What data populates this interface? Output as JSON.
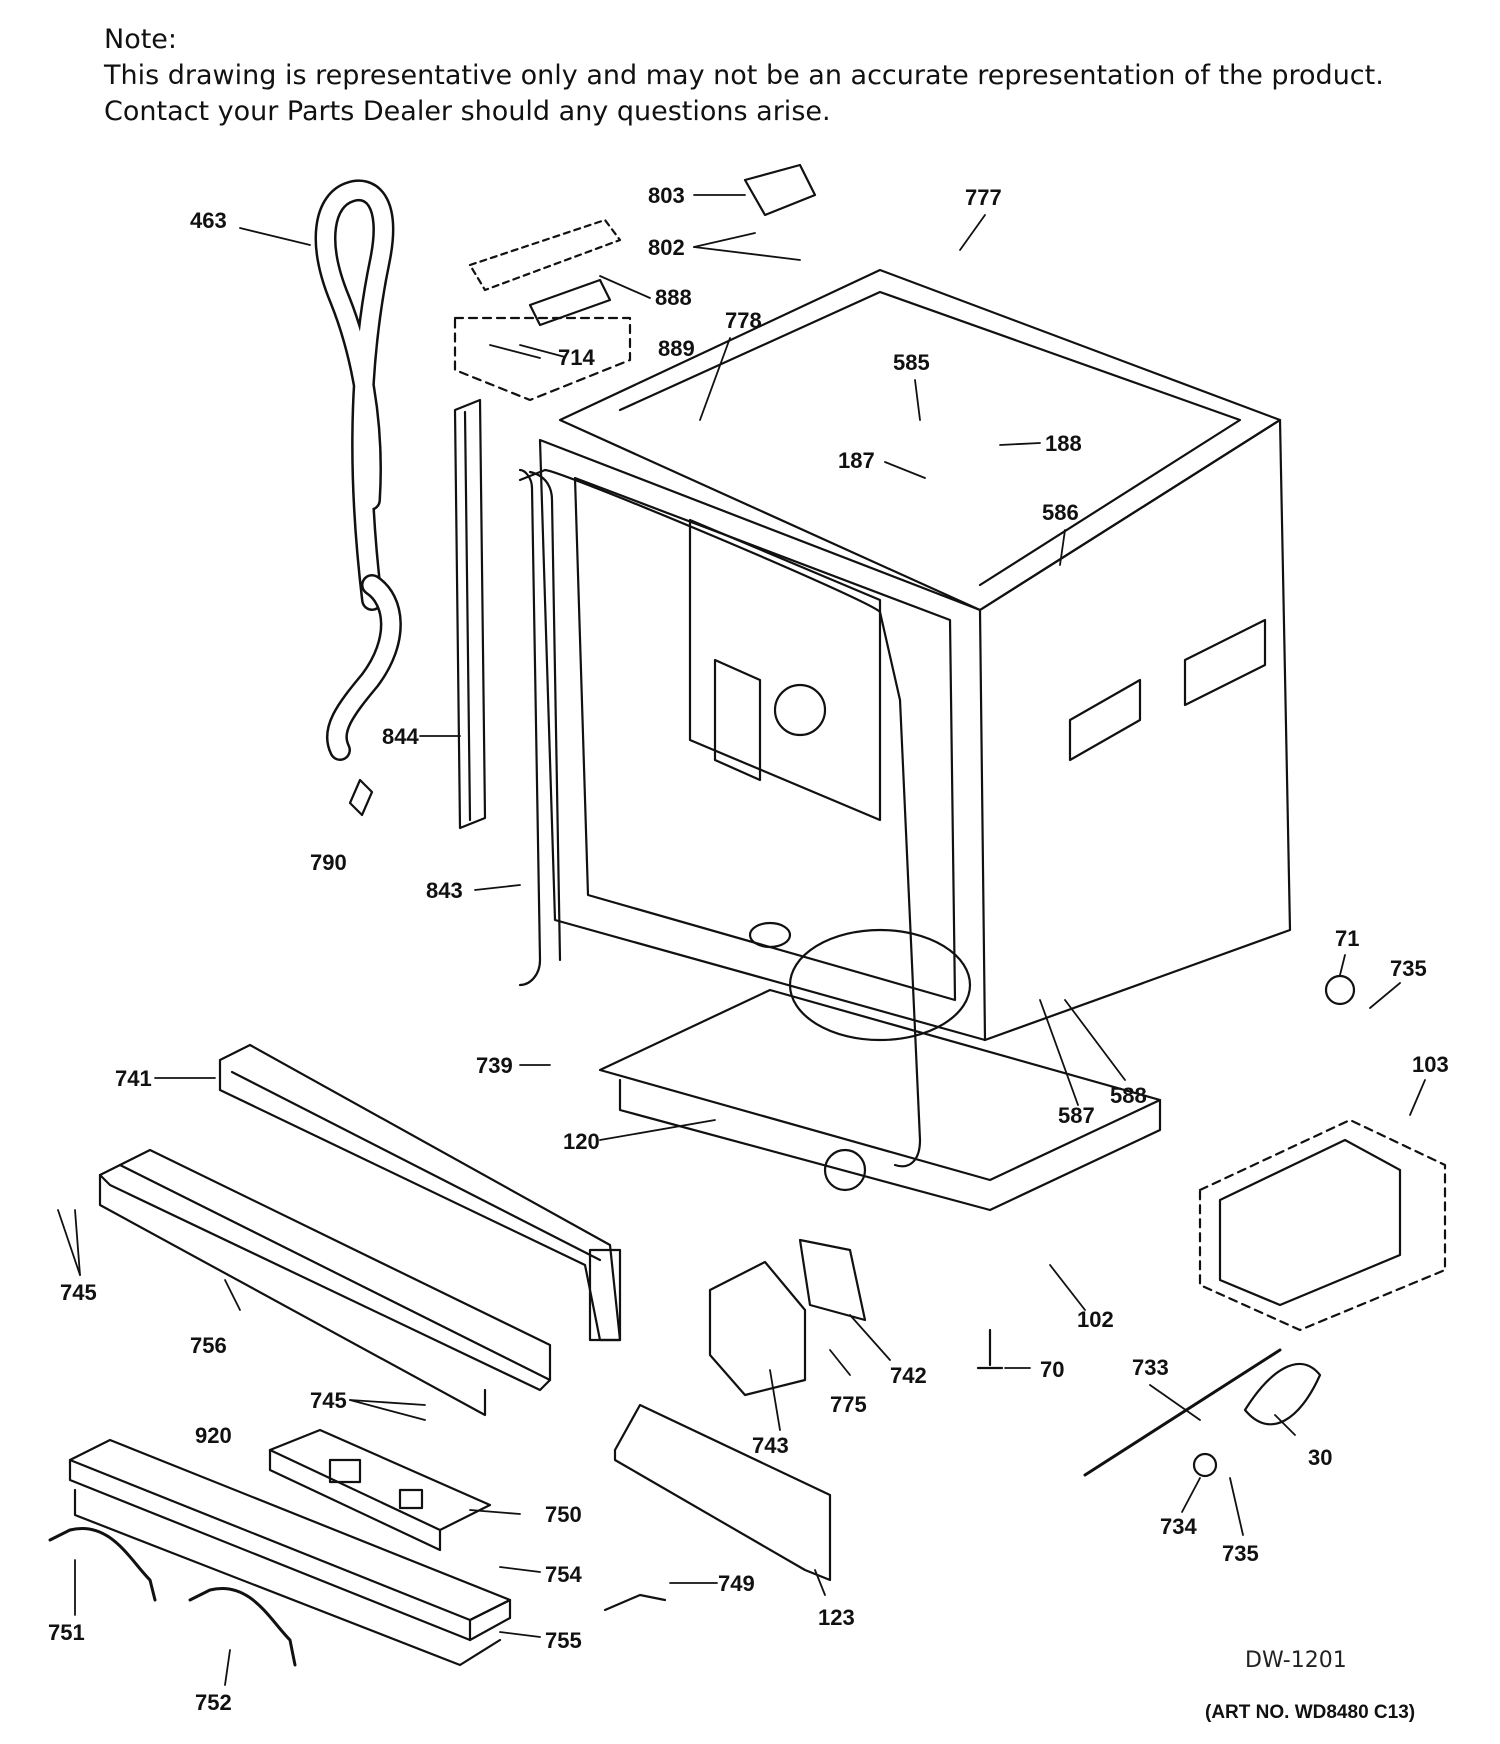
{
  "note": {
    "heading": "Note:",
    "line1": "This drawing is representative only and may not be an accurate representation of the product.",
    "line2": "Contact your Parts Dealer should any questions arise."
  },
  "parts": [
    "463",
    "803",
    "802",
    "888",
    "777",
    "889",
    "714",
    "778",
    "585",
    "188",
    "187",
    "586",
    "844",
    "790",
    "843",
    "71",
    "735",
    "741",
    "739",
    "103",
    "120",
    "588",
    "587",
    "745",
    "756",
    "102",
    "742",
    "743",
    "775",
    "70",
    "733",
    "30",
    "745",
    "920",
    "750",
    "754",
    "749",
    "734",
    "735",
    "751",
    "755",
    "123",
    "752"
  ],
  "footer": {
    "drawing_ref": "DW-1201",
    "art_no": "(ART NO. WD8480 C13)"
  }
}
